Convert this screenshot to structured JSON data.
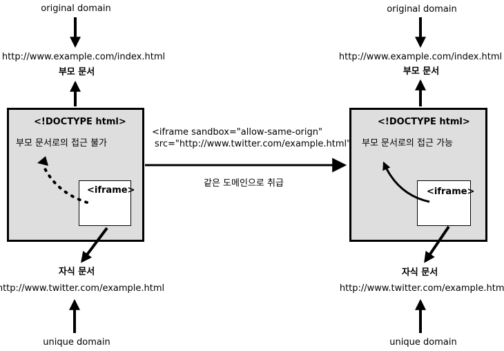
{
  "left": {
    "top_label": "original domain",
    "top_url": "http://www.example.com/index.html",
    "parent_title": "부모 문서",
    "doctype": "<!DOCTYPE html>",
    "access_text": "부모 문서로의 접근 불가",
    "iframe_label": "<iframe>",
    "child_title": "자식 문서",
    "child_url": "http://www.twitter.com/example.html",
    "bottom_label": "unique domain"
  },
  "middle": {
    "code_line1": "<iframe sandbox=\"allow-same-orign\"",
    "code_line2": "src=\"http://www.twitter.com/example.html\">",
    "caption": "같은 도메인으로 취급"
  },
  "right": {
    "top_label": "original domain",
    "top_url": "http://www.example.com/index.html",
    "parent_title": "부모 문서",
    "doctype": "<!DOCTYPE html>",
    "access_text": "부모 문서로의 접근 가능",
    "iframe_label": "<iframe>",
    "child_title": "자식 문서",
    "child_url": "http://www.twitter.com/example.html",
    "bottom_label": "unique domain"
  }
}
